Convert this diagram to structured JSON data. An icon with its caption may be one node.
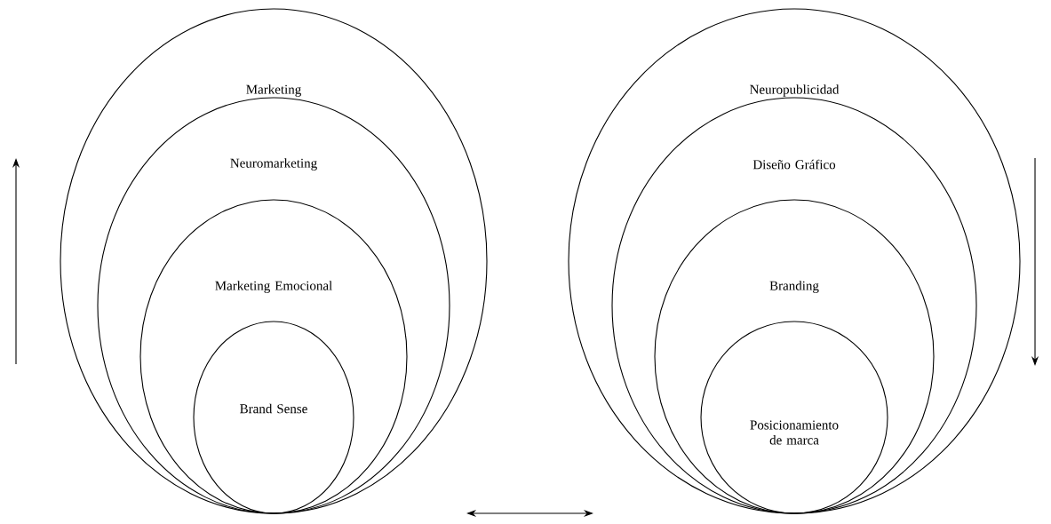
{
  "diagram": {
    "nodes": [
      {
        "text": [
          "Marketing"
        ]
      },
      {
        "text": [
          "Neuromarketing"
        ],
        "in": 0
      },
      {
        "text": [
          "Marketing Emocional"
        ],
        "in": 1
      },
      {
        "text": [
          "Brand Sense"
        ],
        "in": 2
      },
      {
        "text": [
          "Neuropublicidad"
        ]
      },
      {
        "text": [
          "Diseño Gráfico"
        ],
        "in": 4
      },
      {
        "text": [
          "Branding"
        ],
        "in": 5
      },
      {
        "text": [
          "Posicionamiento de marca"
        ],
        "in": 6
      }
    ]
  }
}
